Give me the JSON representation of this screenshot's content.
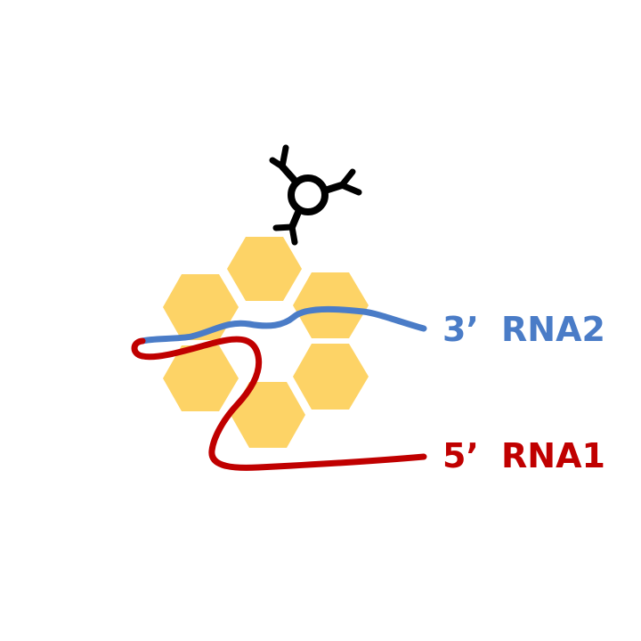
{
  "labels": {
    "rna2_end": "3’",
    "rna2_name": "RNA2",
    "rna1_end": "5’",
    "rna1_name": "RNA1"
  },
  "colors": {
    "hexagon_fill": "#FDD366",
    "rna2": "#4A7CC7",
    "rna1": "#C00000",
    "antibody": "#000000",
    "background": "#FFFFFF"
  },
  "icons": {
    "antibody": "antibody-icon",
    "protein_ring": "hexameric-protein-ring"
  }
}
